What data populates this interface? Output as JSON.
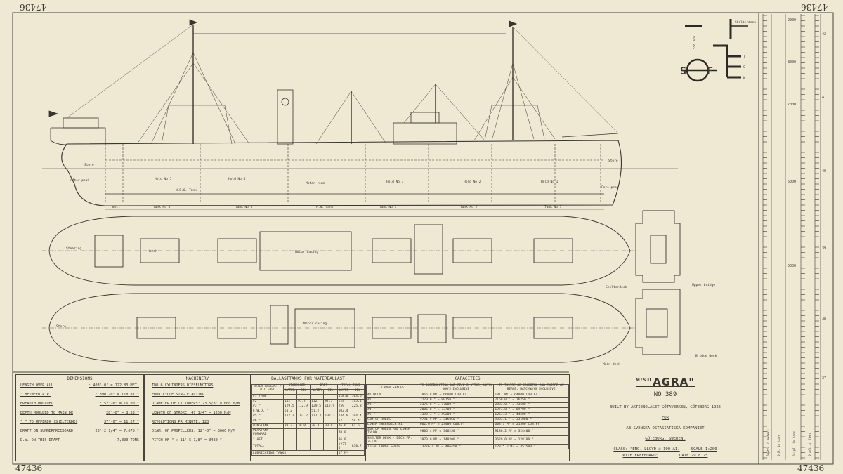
{
  "drawing_number": "47436",
  "title": {
    "vessel_type": "M/S",
    "name": "AGRA",
    "number": "No 389",
    "built_by": "Built by Aktiebolaget Götaverken, Göteborg 1925",
    "for": "for",
    "owner": "AB Svenska Ostasiatiska Kompaniet",
    "city": "Göteborg, Sweden.",
    "class": "Class: \"Eng. Lloyd ✠ 100 A1.",
    "freeboard": "with freeboard\"",
    "scale": "Scale 1:200",
    "date": "Date 29.8.25"
  },
  "profile_labels": {
    "after_peak": "After peak",
    "store_aft": "Store",
    "hold5": "Hold No 5",
    "hold4": "Hold No 4",
    "motor_room": "Motor room",
    "hold3": "Hold No 3",
    "hold2": "Hold No 2",
    "hold1": "Hold No 1",
    "fore_peak": "Fore peak",
    "store_fwd": "Store",
    "wbo_tank": "W.B.O.-Tank",
    "well": "Well",
    "tank6": "Tank No 6",
    "tank5": "Tank No 5",
    "fw_tank": "F.W. Tank",
    "tank3": "Tank No 3",
    "tank2": "Tank No 2",
    "tank1": "Tank No 1"
  },
  "plan_labels": {
    "shelterdeck": "Shelterdeck",
    "upper_bridge": "Upper bridge",
    "main_deck": "Main deck",
    "bridge_deck": "Bridge deck",
    "motor_casing": "Motor casing",
    "hatch": "Hatch",
    "steering": "Steering",
    "store": "Store"
  },
  "dimensions": {
    "heading": "Dimensions",
    "rows": [
      {
        "label": "Length over all",
        "value": ": 403'-0\" = 122.83 met."
      },
      {
        "label": "\" between P.P.",
        "value": ": 390'-0\" = 118.87 \""
      },
      {
        "label": "Breadth moulded",
        "value": ": 52'-6\" = 16.00 \""
      },
      {
        "label": "Depth moulded to main dk",
        "value": "28'-0\" = 8.53 \""
      },
      {
        "label": "\" \" to upperdk (shelterdk)",
        "value": "37'-0\" = 11.27 \""
      },
      {
        "label": "Draft on summerfreeboard",
        "value": "25'-2 1/4\" = 7.678 \""
      },
      {
        "label": "D.W. on this draft",
        "value": "7,800 tons"
      }
    ]
  },
  "machinery": {
    "heading": "Machinery",
    "rows": [
      "Two 6 cylinders dieselmotors",
      "Four cycle single acting",
      "Diameter of cylinders: 23 5/8\" = 600 m/m",
      "Length of stroke: 47 1/4\" = 1200 m/m",
      "Revolutions pr minute: 120",
      "Diam. of propellers: 12'-0\" = 3660 m/m",
      "Pitch of \" : 11'-5 1/8\" = 3480 \""
    ]
  },
  "ballast": {
    "heading": "Ballasttanks for waterballast",
    "header1": [
      "Water ballast / oil fuel",
      "Starboard",
      "Port",
      "Total tons"
    ],
    "header2": [
      "",
      "Water",
      "Oil",
      "Water",
      "Oil",
      "Water",
      "Oil"
    ],
    "rows": [
      [
        "#1 Tank",
        "",
        "",
        "",
        "",
        "118.6",
        "103.6"
      ],
      [
        "#2 \"",
        "112",
        "97.7",
        "112",
        "97.7",
        "224",
        "195.4"
      ],
      [
        "#3 \"",
        "129.5",
        "112.9",
        "129.5",
        "112.9",
        "259",
        "225.8"
      ],
      [
        "F.W.D. \"",
        "51.2",
        "",
        "51.2",
        "",
        "102.4",
        ""
      ],
      [
        "#5 \"",
        "117.3",
        "102.2",
        "117.3",
        "102.2",
        "234.6",
        "204.4"
      ],
      [
        "#6 \"",
        "",
        "",
        "",
        "",
        "67",
        "58.4"
      ],
      [
        "Wingtank",
        "38.3",
        "30.8",
        "38.3",
        "30.8",
        "76.6",
        "61.6"
      ],
      [
        "Peaktank forward",
        "",
        "",
        "",
        "",
        "70.0",
        ""
      ],
      [
        "\" aft",
        "",
        "",
        "",
        "",
        "86.0",
        ""
      ],
      [
        "Total:",
        "",
        "",
        "",
        "",
        "1237.6",
        "858.7"
      ]
    ],
    "lubricating_label": "Lubricating tanks",
    "lubricating_value": "17 m³"
  },
  "capacities": {
    "heading": "Capacities",
    "col_headers": [
      "Cargo spaces",
      "To sheerplating and deck plating, hatch ways inclusive",
      "To inside of sparring and inside of beams, hatchways inclusive"
    ],
    "rows": [
      [
        "#1 Hold",
        "1866.8 m³ = 66000 cub.ft",
        "1811 m³ = 64000 cub.ft"
      ],
      [
        "#2 \"",
        "2270.0 \" = 80150 \"",
        "2160.0 \" = 76250 \""
      ],
      [
        "#3 \"",
        "2175.0 \" = 77000 \"",
        "2083.0 \" = 73600 \""
      ],
      [
        "#4 \"",
        "2086.8 \" = 73700 \"",
        "1973.8 \" = 69700 \""
      ],
      [
        "#5 \"",
        "1393.3 \" = 49200 \"",
        "1263.3 \" = 44600 \""
      ],
      [
        "Sum of holds",
        "9791.9 m³ = 345850 \"",
        "9383.1 \" = 331000 \""
      ],
      [
        "Lower tweendeck #1",
        "662.6 m³ = 23400 cub.ft",
        "603.1 m³ = 21300 cub.ft"
      ],
      [
        "Sum of holds and lower tw.dk",
        "9806.4 m³ = 346250 \"",
        "9186.2 m³ = 324400 \""
      ],
      [
        "Shelter deck - deck fr. 3-130",
        "3970.0 m³ = 140200 \"",
        "3629.0 m³ = 128100 \""
      ],
      [
        "Total cargo space",
        "13776.4 m³ = 486450 \"",
        "12815.2 m³ = 452500 \""
      ]
    ]
  },
  "freeboard_mark": {
    "s": "S",
    "f": "F",
    "distance_label": "556 m/m",
    "line_label": "Shelterdeck",
    "marks": [
      "T",
      "S",
      "W"
    ]
  },
  "scale_panel": {
    "feet_labels": [
      "42",
      "41",
      "40",
      "39",
      "38",
      "37"
    ],
    "mm_labels": [
      "9000",
      "8000",
      "7000",
      "6000",
      "5000"
    ],
    "vertical_labels": [
      "Depth in meters",
      "D.W. in tons",
      "Displ. in tons",
      "Draft in feet"
    ]
  }
}
